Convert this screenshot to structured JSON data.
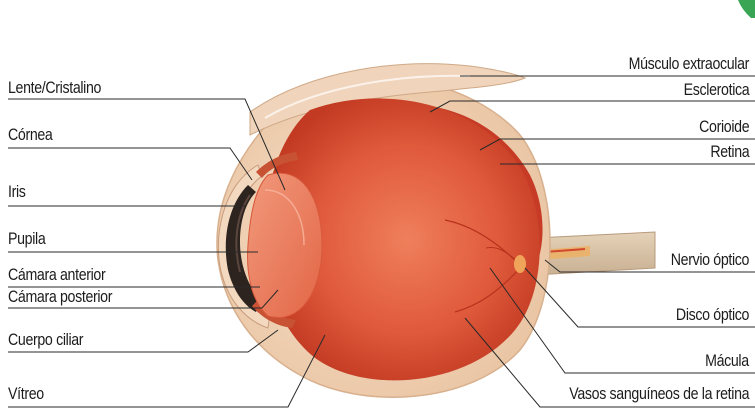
{
  "diagram": {
    "labels_left": [
      "Lente/Cristalino",
      "Córnea",
      "Iris",
      "Pupila",
      "Cámara anterior",
      "Cámara posterior",
      "Cuerpo ciliar",
      "Vítreo"
    ],
    "labels_right": [
      "Músculo extraocular",
      "Esclerotica",
      "Corioide",
      "Retina",
      "Nervio óptico",
      "Disco óptico",
      "Mácula",
      "Vasos sanguíneos de la retina"
    ]
  }
}
